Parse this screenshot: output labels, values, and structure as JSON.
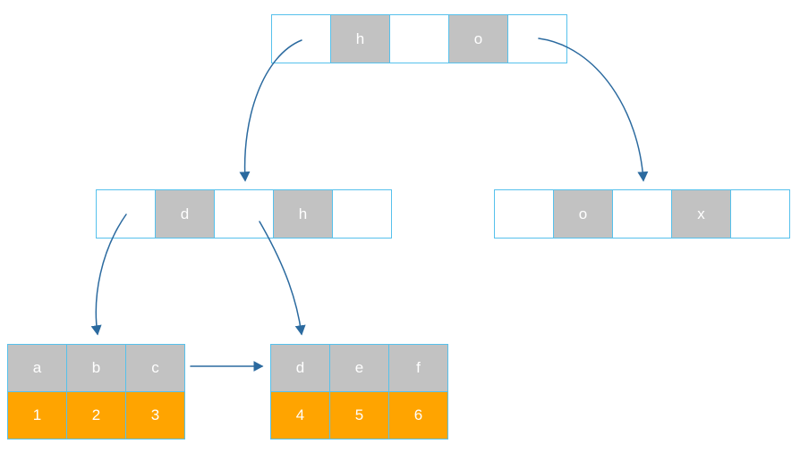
{
  "diagram": {
    "type": "b-tree",
    "root": {
      "cells": [
        "",
        "h",
        "",
        "o",
        ""
      ]
    },
    "left_child": {
      "cells": [
        "",
        "d",
        "",
        "h",
        ""
      ]
    },
    "right_child": {
      "cells": [
        "",
        "o",
        "",
        "x",
        ""
      ]
    },
    "left_leaf": {
      "keys": [
        "a",
        "b",
        "c"
      ],
      "values": [
        "1",
        "2",
        "3"
      ]
    },
    "right_leaf": {
      "keys": [
        "d",
        "e",
        "f"
      ],
      "values": [
        "4",
        "5",
        "6"
      ]
    }
  },
  "colors": {
    "cell_border": "#56C1EC",
    "key_fill": "#C2C2C2",
    "value_fill": "#FFA400",
    "arrow": "#2B6A9F",
    "cell_text": "#FFFFFF",
    "background": "#FFFFFF"
  }
}
